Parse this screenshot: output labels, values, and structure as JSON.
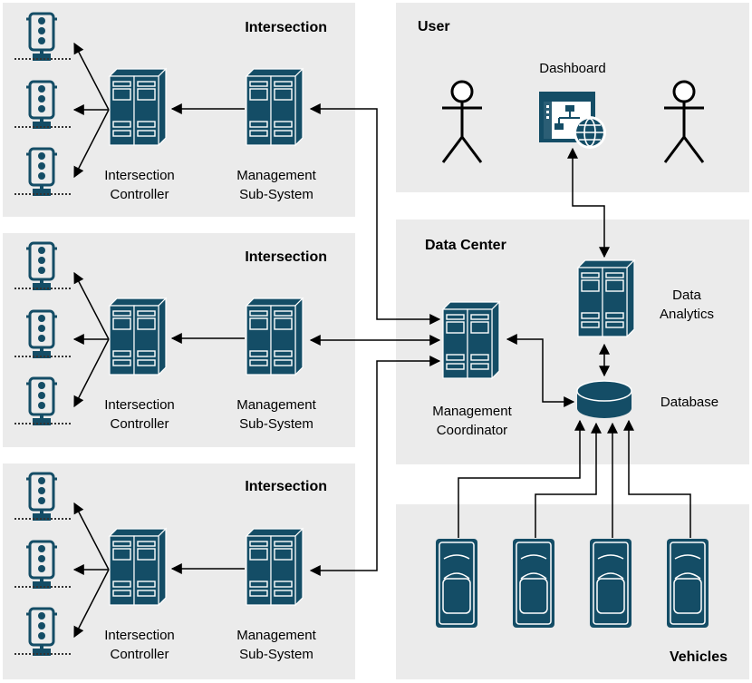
{
  "colors": {
    "panel_bg": "#ebebeb",
    "icon_fill": "#144d66",
    "icon_white": "#ffffff",
    "line": "#000000"
  },
  "intersections": [
    {
      "title": "Intersection",
      "controller_label": [
        "Intersection",
        "Controller"
      ],
      "mgmt_label": [
        "Management",
        "Sub-System"
      ]
    },
    {
      "title": "Intersection",
      "controller_label": [
        "Intersection",
        "Controller"
      ],
      "mgmt_label": [
        "Management",
        "Sub-System"
      ]
    },
    {
      "title": "Intersection",
      "controller_label": [
        "Intersection",
        "Controller"
      ],
      "mgmt_label": [
        "Management",
        "Sub-System"
      ]
    }
  ],
  "user": {
    "title": "User",
    "dashboard_label": "Dashboard"
  },
  "data_center": {
    "title": "Data Center",
    "analytics_label": [
      "Data",
      "Analytics"
    ],
    "database_label": "Database",
    "coordinator_label": [
      "Management",
      "Coordinator"
    ]
  },
  "vehicles": {
    "title": "Vehicles",
    "count": 4
  }
}
